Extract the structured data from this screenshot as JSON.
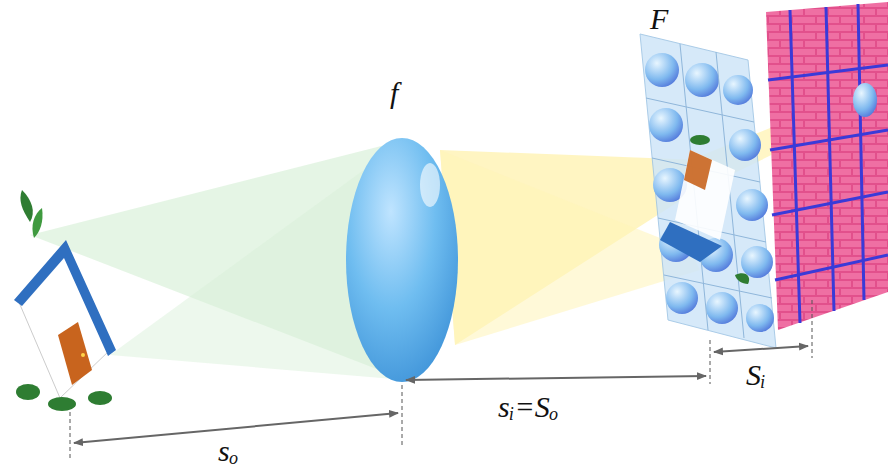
{
  "diagram": {
    "labels": [
      "f",
      "F",
      "sₒ",
      "sᵢ=Sₒ",
      "Sᵢ"
    ]
  }
}
